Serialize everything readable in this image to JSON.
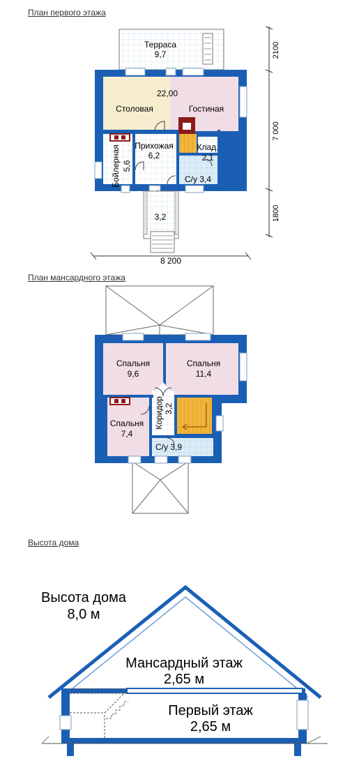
{
  "sections": {
    "first_floor": "План первого этажа",
    "attic_floor": "План мансардного этажа",
    "house_height": "Высота дома"
  },
  "first_floor": {
    "terrace_name": "Терраса",
    "terrace_area": "9,7",
    "combined_area": "22,00",
    "dining": "Столовая",
    "living": "Гостиная",
    "hall_name": "Прихожая",
    "hall_area": "6,2",
    "boiler_name": "Бойлерная",
    "boiler_area": "5,6",
    "storage_name": "Клад.",
    "storage_area": "2,1",
    "bath": "С/у 3,4",
    "porch_area": "3,2",
    "dim_width": "8 200",
    "dim_terrace": "2100",
    "dim_house": "7 000",
    "dim_porch": "1800"
  },
  "attic_floor": {
    "bedroom_label": "Спальня",
    "bedroom1_area": "9,6",
    "bedroom2_area": "11,4",
    "bedroom3_area": "7,4",
    "corridor_name": "Коридор",
    "corridor_area": "3,2",
    "bath": "С/у 3,9"
  },
  "section_view": {
    "height_title": "Высота дома",
    "height_value": "8,0 м",
    "attic_name": "Мансардный этаж",
    "attic_height": "2,65 м",
    "first_name": "Первый этаж",
    "first_height": "2,65 м"
  },
  "colors": {
    "wall": "#1a5fb4",
    "wall_dark": "#0b3d91",
    "dining_floor": "#f6edcf",
    "living_floor": "#f1dde6",
    "tile_floor": "#dcecf7",
    "stairs": "#f3b43a",
    "fireplace": "#8b1a1a",
    "grid": "#c8dcea"
  }
}
